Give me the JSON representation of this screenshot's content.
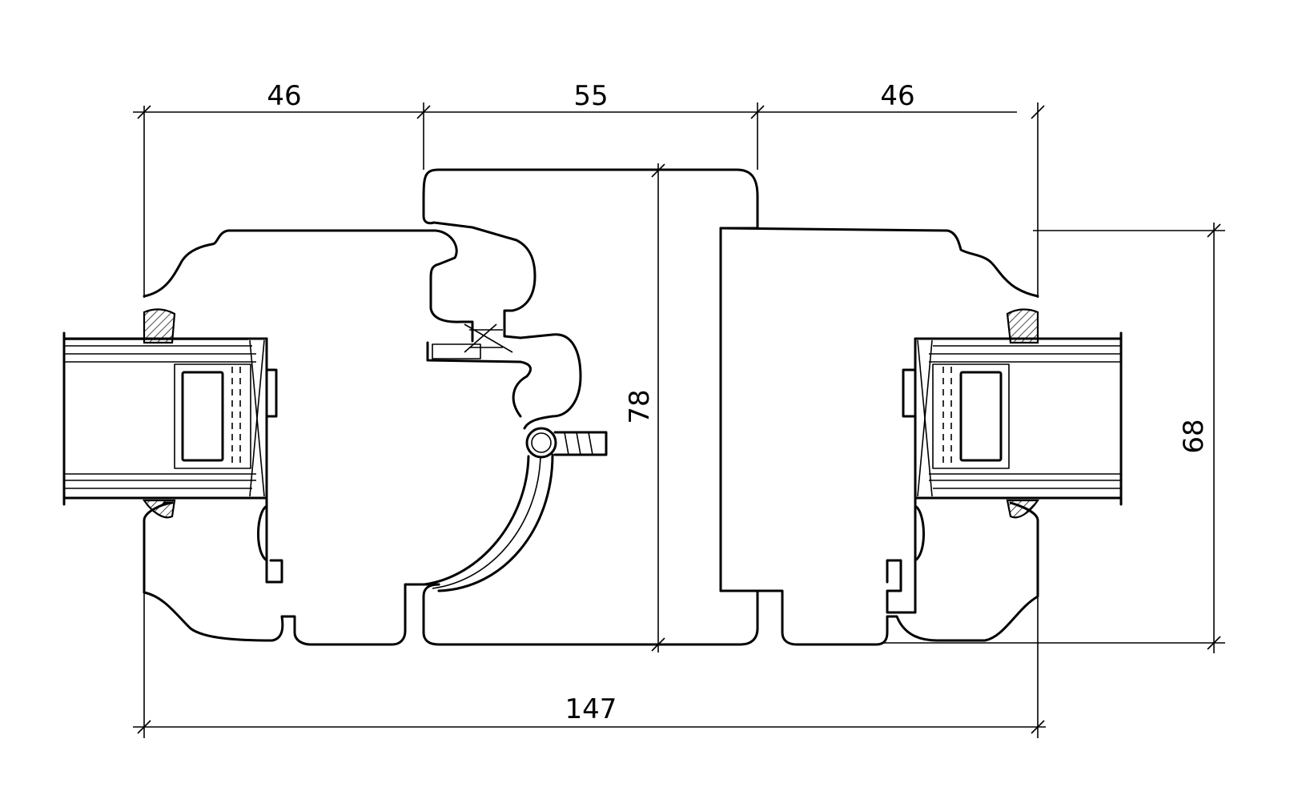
{
  "dimensions": {
    "top_left": "46",
    "top_middle": "55",
    "top_right": "46",
    "center_height": "78",
    "right_height": "68",
    "overall_width": "147"
  }
}
